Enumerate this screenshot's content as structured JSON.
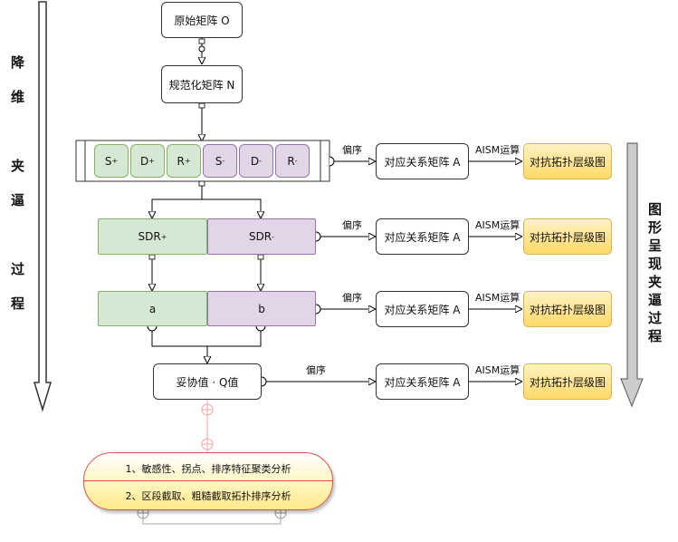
{
  "left_side": {
    "chars": [
      "降",
      "维",
      "夹",
      "逼",
      "过",
      "程"
    ]
  },
  "right_side": {
    "chars": [
      "图",
      "形",
      "呈",
      "现",
      "夹",
      "逼",
      "过",
      "程"
    ]
  },
  "nodes": {
    "original_matrix": "原始矩阵 O",
    "normalized_matrix": "规范化矩阵 N",
    "s_plus": "S",
    "d_plus": "D",
    "r_plus": "R",
    "s_minus": "S",
    "d_minus": "D",
    "r_minus": "R",
    "plus_sign": "+",
    "minus_sign": "-",
    "sdr_plus": "SDR",
    "sdr_minus": "SDR",
    "a": "a",
    "b": "b",
    "q_value": "妥协值 · Q值"
  },
  "rows": [
    {
      "order_label": "偏序",
      "matrix": "对应关系矩阵 A",
      "op_label": "AISM运算",
      "result": "对抗拓扑层级图"
    },
    {
      "order_label": "偏序",
      "matrix": "对应关系矩阵 A",
      "op_label": "AISM运算",
      "result": "对抗拓扑层级图"
    },
    {
      "order_label": "偏序",
      "matrix": "对应关系矩阵 A",
      "op_label": "AISM运算",
      "result": "对抗拓扑层级图"
    },
    {
      "order_label": "偏序",
      "matrix": "对应关系矩阵 A",
      "op_label": "AISM运算",
      "result": "对抗拓扑层级图"
    }
  ],
  "analysis": {
    "line1": "1、敏感性、拐点、排序特征聚类分析",
    "line2": "2、区段截取、粗糙截取拓扑排序分析"
  }
}
